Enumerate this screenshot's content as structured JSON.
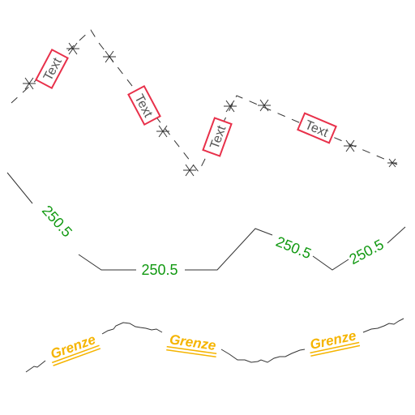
{
  "colors": {
    "line": "#333333",
    "text_frame": "#e8304a",
    "text_label": "#555555",
    "dimension": "#119911",
    "boundary": "#f5b400"
  },
  "lines": [
    {
      "name": "text-linetype-line",
      "segment_label": "Text",
      "marker": "asterisk"
    },
    {
      "name": "dimension-line",
      "segment_label": "250.5"
    },
    {
      "name": "boundary-line",
      "segment_label": "Grenze"
    }
  ]
}
